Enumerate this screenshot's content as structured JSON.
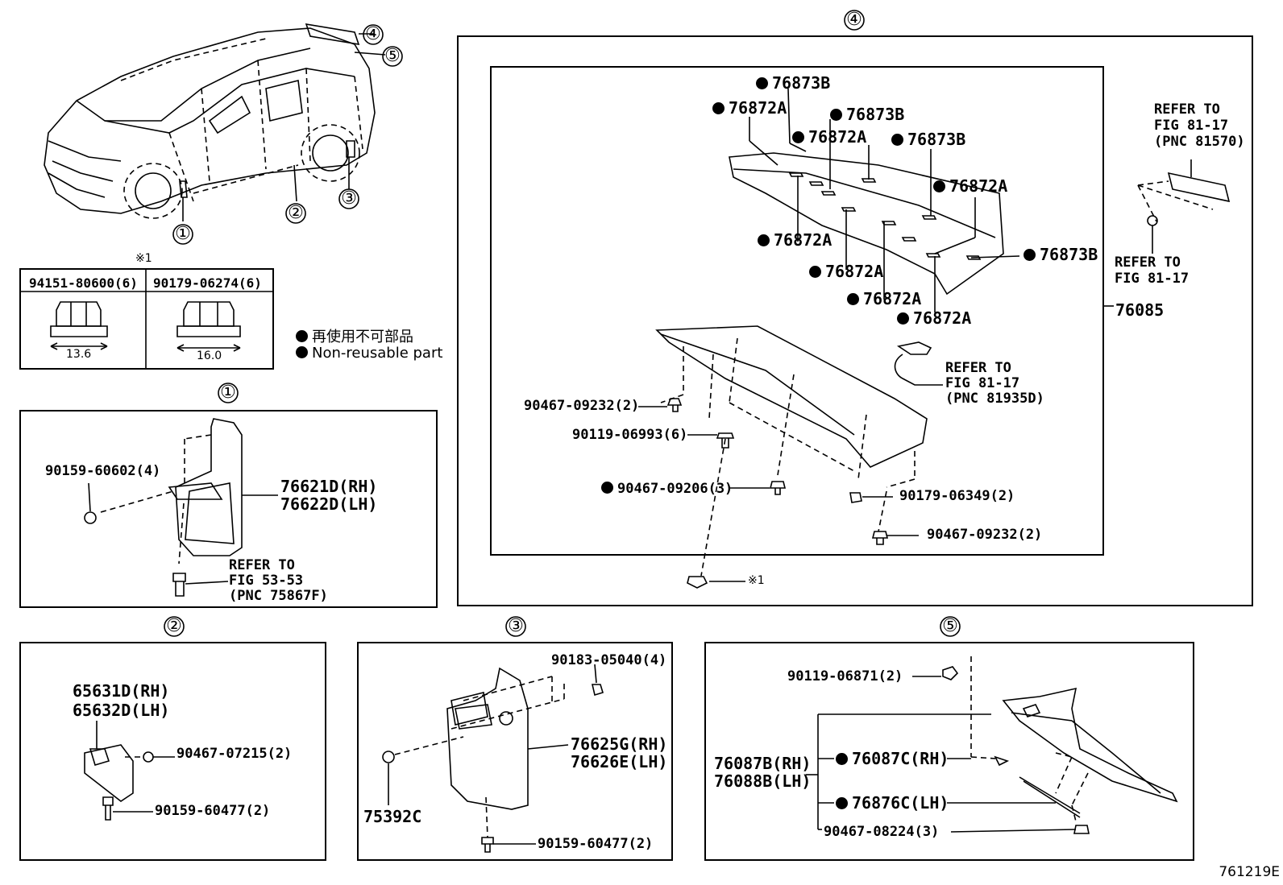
{
  "callouts": {
    "c1": "①",
    "c2": "②",
    "c3": "③",
    "c4": "④",
    "c5": "⑤"
  },
  "table": {
    "mark": "※1",
    "col1": "94151-80600(6)",
    "col2": "90179-06274(6)",
    "dim1": "13.6",
    "dim2": "16.0"
  },
  "legend": {
    "jp": "再使用不可部品",
    "en": "Non-reusable part"
  },
  "section1": {
    "bolt": "90159-60602(4)",
    "flap_rh": "76621D(RH)",
    "flap_lh": "76622D(LH)",
    "ref1": "REFER TO",
    "ref2": "FIG 53-53",
    "ref3": "(PNC 75867F)"
  },
  "section2": {
    "part_rh": "65631D(RH)",
    "part_lh": "65632D(LH)",
    "clip": "90467-07215(2)",
    "bolt": "90159-60477(2)"
  },
  "section3": {
    "nut": "90183-05040(4)",
    "flap_rh": "76625G(RH)",
    "flap_lh": "76626E(LH)",
    "screw": "75392C",
    "bolt": "90159-60477(2)"
  },
  "section4": {
    "p76873B_1": "76873B",
    "p76872A_1": "76872A",
    "p76873B_2": "76873B",
    "p76872A_2": "76872A",
    "p76873B_3": "76873B",
    "p76872A_3": "76872A",
    "p76872A_4": "76872A",
    "p76873B_4": "76873B",
    "p76872A_5": "76872A",
    "p76872A_6": "76872A",
    "p76872A_7": "76872A",
    "ref_a1": "REFER TO",
    "ref_a2": "FIG 81-17",
    "ref_a3": "(PNC 81570)",
    "ref_b1": "REFER TO",
    "ref_b2": "FIG 81-17",
    "assy": "76085",
    "ref_c1": "REFER TO",
    "ref_c2": "FIG 81-17",
    "ref_c3": "(PNC 81935D)",
    "clip_a": "90467-09232(2)",
    "grommet": "90119-06993(6)",
    "clip_b": "90467-09206(3)",
    "nut": "90179-06349(2)",
    "clip_c": "90467-09232(2)",
    "mark": "※1"
  },
  "section5": {
    "screw": "90119-06871(2)",
    "assy_rh": "76087B(RH)",
    "assy_lh": "76088B(LH)",
    "part_rh": "76087C(RH)",
    "part_lh": "76876C(LH)",
    "clip": "90467-08224(3)"
  },
  "figure_id": "761219E"
}
